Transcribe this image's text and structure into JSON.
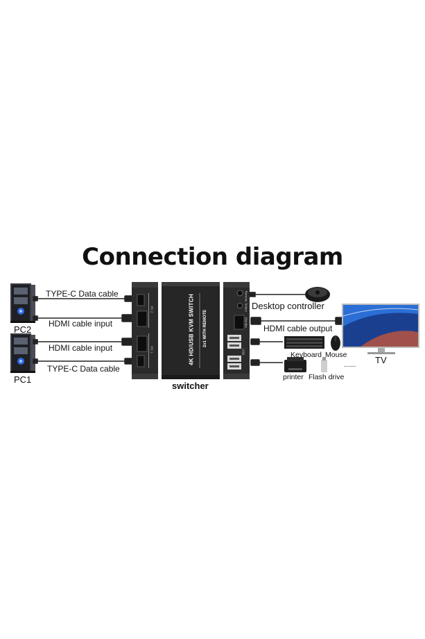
{
  "title": "Connection diagram",
  "labels": {
    "pc2": "PC2",
    "pc1": "PC1",
    "typec_top": "TYPE-C Data cable",
    "hdmi_in_top": "HDMI cable input",
    "hdmi_in_bottom": "HDMI cable input",
    "typec_bottom": "TYPE-C Data cable",
    "switcher": "switcher",
    "desktop_controller": "Desktop controller",
    "hdmi_out": "HDMI cable output",
    "keyboard": "Keyboard",
    "mouse": "Mouse",
    "tv": "TV",
    "printer": "printer",
    "flash_drive": "Flash drive",
    "more": "......"
  },
  "device_text": {
    "main": "4K HD/USB KVM SWITCH",
    "sub": "2x1 WITH REMOTE",
    "pc2_port": "PC 2",
    "pc1_port": "PC 1",
    "remote": "Remote",
    "select": "Select",
    "monitor": "Monitor",
    "usb": "USB"
  },
  "colors": {
    "device_body": "#2a2a2a",
    "device_dark": "#151515",
    "cable": "#222222",
    "tv_screen": "#2b6fd6"
  }
}
